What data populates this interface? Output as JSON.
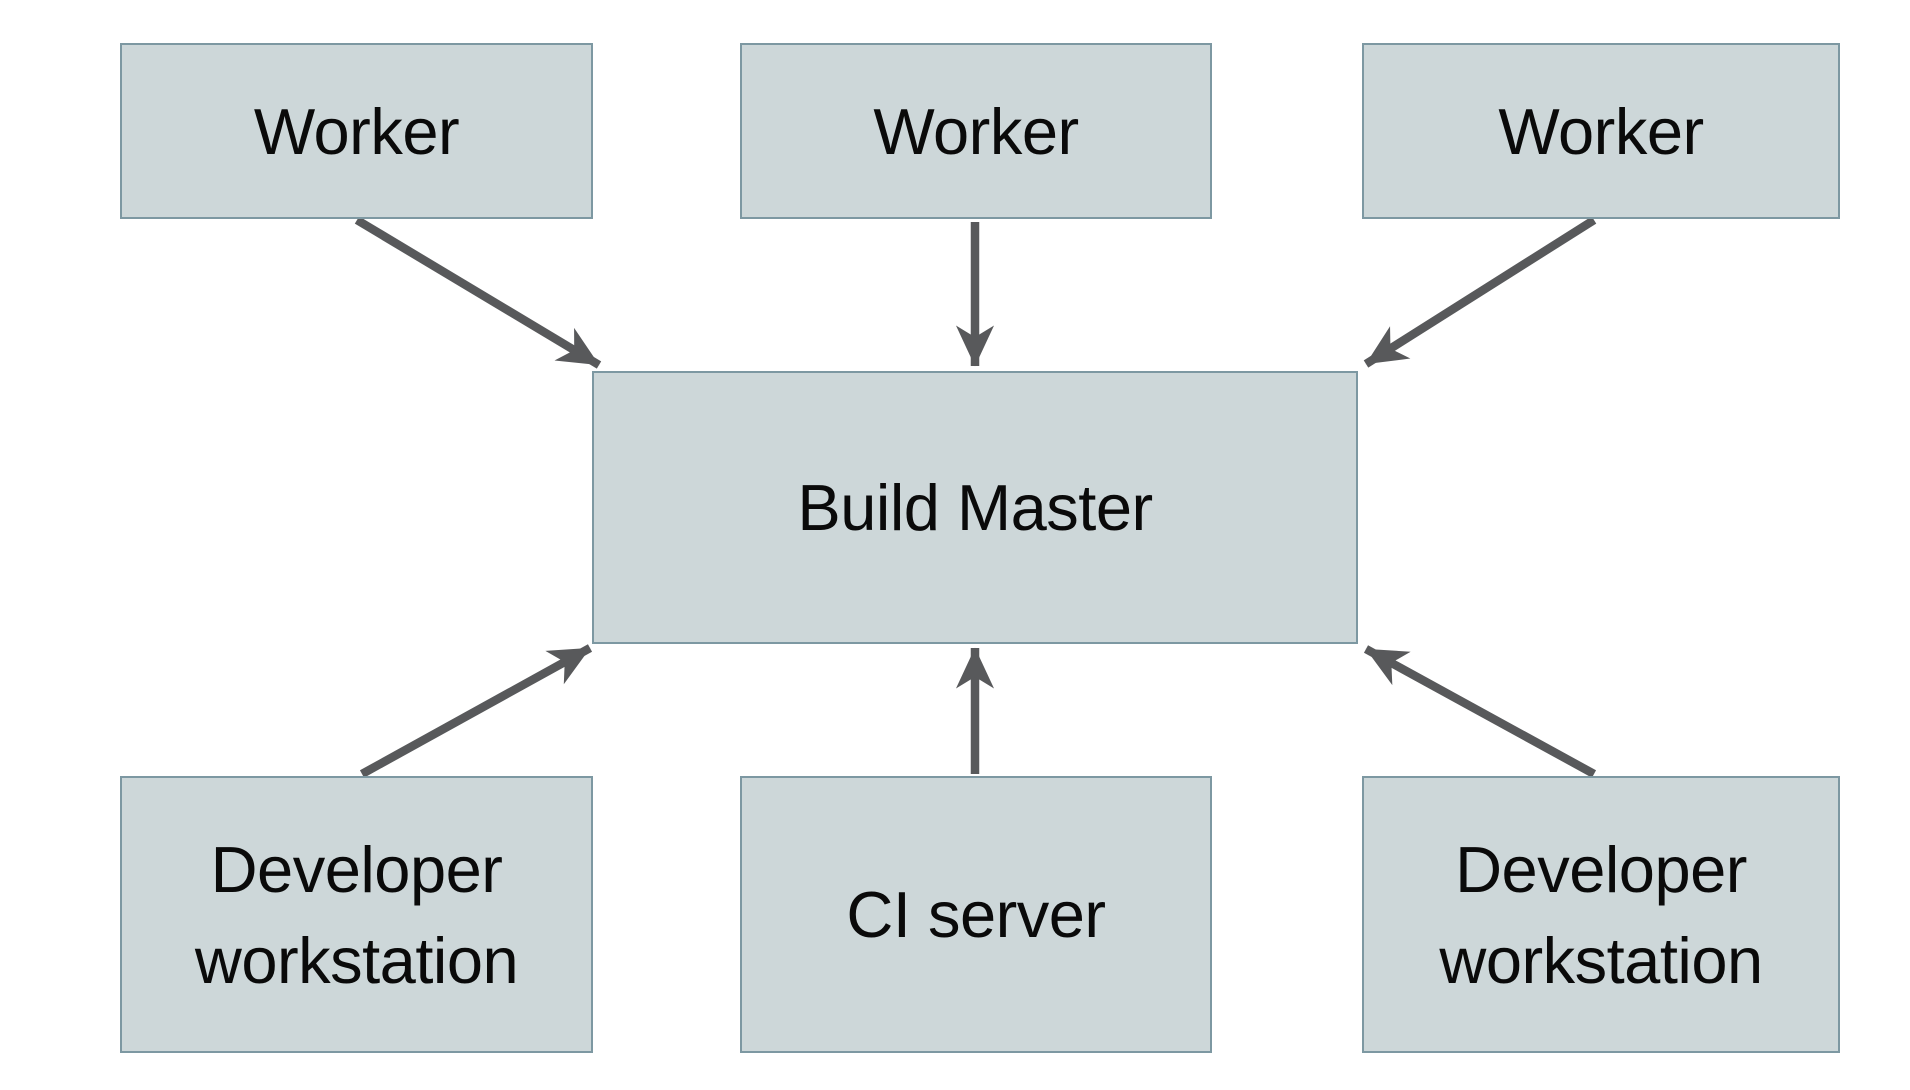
{
  "colors": {
    "background": "#ffffff",
    "node_fill": "#cdd7d9",
    "node_border": "#7d98a2",
    "arrow": "#58595b",
    "text": "#0a0a0a"
  },
  "nodes": [
    {
      "id": "worker-1",
      "label": "Worker"
    },
    {
      "id": "worker-2",
      "label": "Worker"
    },
    {
      "id": "worker-3",
      "label": "Worker"
    },
    {
      "id": "build-master",
      "label": "Build Master"
    },
    {
      "id": "developer-workstation-left",
      "label": "Developer workstation"
    },
    {
      "id": "ci-server",
      "label": "CI server"
    },
    {
      "id": "developer-workstation-right",
      "label": "Developer workstation"
    }
  ],
  "edges": [
    {
      "from": "worker-1",
      "to": "build-master"
    },
    {
      "from": "worker-2",
      "to": "build-master"
    },
    {
      "from": "worker-3",
      "to": "build-master"
    },
    {
      "from": "developer-workstation-left",
      "to": "build-master"
    },
    {
      "from": "ci-server",
      "to": "build-master"
    },
    {
      "from": "developer-workstation-right",
      "to": "build-master"
    }
  ]
}
